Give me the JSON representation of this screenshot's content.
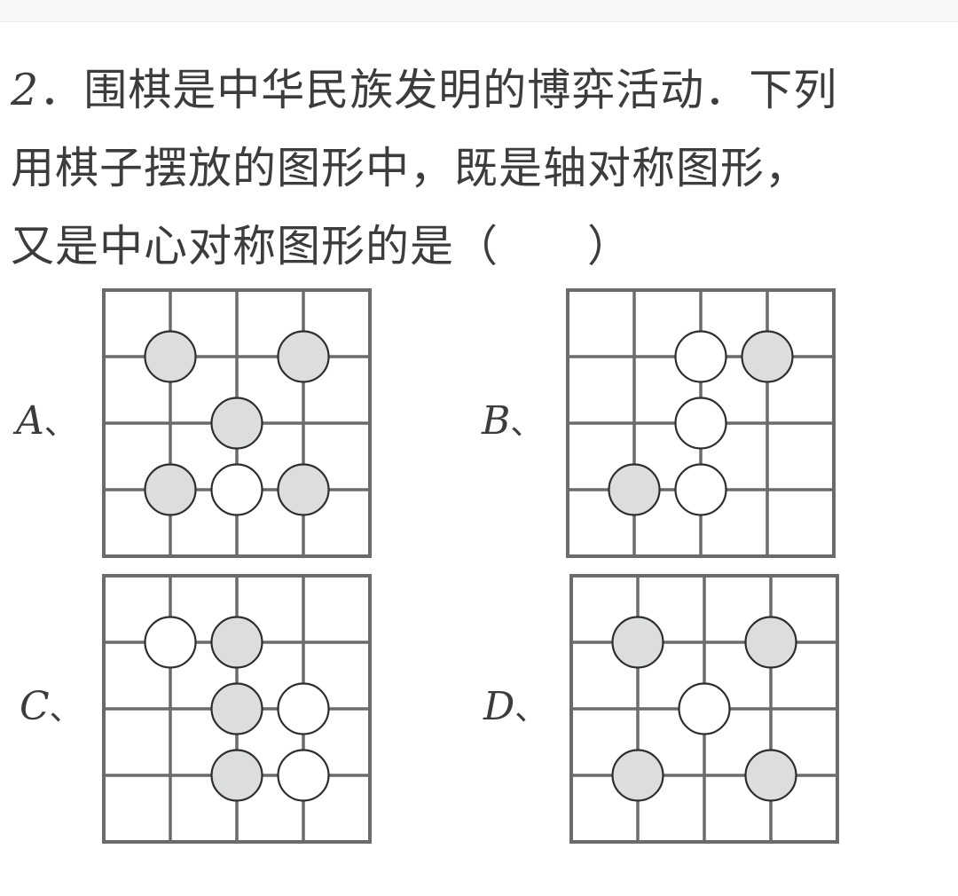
{
  "question": {
    "number": "2",
    "line1_rest": "．围棋是中华民族发明的博弈活动．下列",
    "line2": "用棋子摆放的图形中，既是轴对称图形，",
    "line3": "又是中心对称图形的是（　　）"
  },
  "options": [
    {
      "label": "A",
      "sep": "、",
      "stones": [
        {
          "col": 1,
          "row": 1,
          "color": "gray"
        },
        {
          "col": 3,
          "row": 1,
          "color": "gray"
        },
        {
          "col": 2,
          "row": 2,
          "color": "gray"
        },
        {
          "col": 1,
          "row": 3,
          "color": "gray"
        },
        {
          "col": 2,
          "row": 3,
          "color": "white"
        },
        {
          "col": 3,
          "row": 3,
          "color": "gray"
        }
      ]
    },
    {
      "label": "B",
      "sep": "、",
      "stones": [
        {
          "col": 2,
          "row": 1,
          "color": "white"
        },
        {
          "col": 3,
          "row": 1,
          "color": "gray"
        },
        {
          "col": 2,
          "row": 2,
          "color": "white"
        },
        {
          "col": 1,
          "row": 3,
          "color": "gray"
        },
        {
          "col": 2,
          "row": 3,
          "color": "white"
        }
      ]
    },
    {
      "label": "C",
      "sep": "、",
      "stones": [
        {
          "col": 1,
          "row": 1,
          "color": "white"
        },
        {
          "col": 2,
          "row": 1,
          "color": "gray"
        },
        {
          "col": 2,
          "row": 2,
          "color": "gray"
        },
        {
          "col": 3,
          "row": 2,
          "color": "white"
        },
        {
          "col": 2,
          "row": 3,
          "color": "gray"
        },
        {
          "col": 3,
          "row": 3,
          "color": "white"
        }
      ]
    },
    {
      "label": "D",
      "sep": "、",
      "stones": [
        {
          "col": 1,
          "row": 1,
          "color": "gray"
        },
        {
          "col": 3,
          "row": 1,
          "color": "gray"
        },
        {
          "col": 2,
          "row": 2,
          "color": "white"
        },
        {
          "col": 1,
          "row": 3,
          "color": "gray"
        },
        {
          "col": 3,
          "row": 3,
          "color": "gray"
        }
      ]
    }
  ],
  "colors": {
    "grid": "#6b6b6b",
    "stone_gray": "#dcdddd",
    "stone_white": "#ffffff",
    "stone_outline": "#2e2e2e",
    "text": "#3c3c3c"
  }
}
